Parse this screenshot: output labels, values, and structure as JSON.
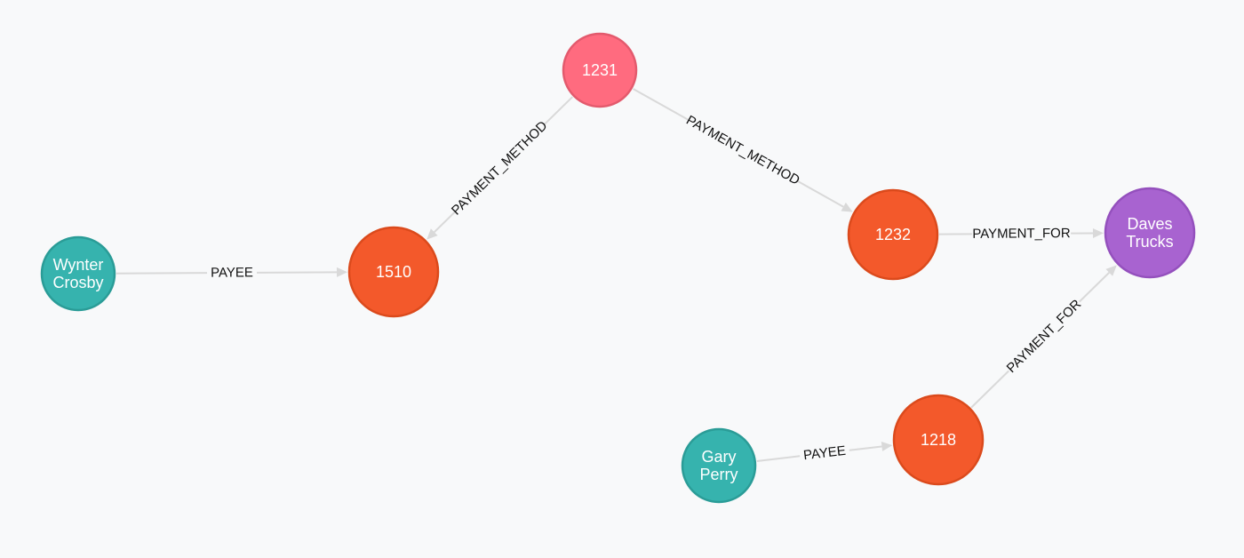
{
  "graph": {
    "nodes": [
      {
        "id": "n1231",
        "lines": [
          "1231"
        ],
        "fill": "#ff6b7f",
        "stroke": "#e35a6d"
      },
      {
        "id": "n1510",
        "lines": [
          "1510"
        ],
        "fill": "#f3592b",
        "stroke": "#db4a1c"
      },
      {
        "id": "n1232",
        "lines": [
          "1232"
        ],
        "fill": "#f3592b",
        "stroke": "#db4a1c"
      },
      {
        "id": "n1218",
        "lines": [
          "1218"
        ],
        "fill": "#f3592b",
        "stroke": "#db4a1c"
      },
      {
        "id": "wynter",
        "lines": [
          "Wynter",
          "Crosby"
        ],
        "fill": "#36b3ae",
        "stroke": "#2a9c97"
      },
      {
        "id": "gary",
        "lines": [
          "Gary",
          "Perry"
        ],
        "fill": "#36b3ae",
        "stroke": "#2a9c97"
      },
      {
        "id": "daves",
        "lines": [
          "Daves",
          "Trucks"
        ],
        "fill": "#a863d0",
        "stroke": "#9450bd"
      }
    ],
    "edges": [
      {
        "id": "e1",
        "from": "n1231",
        "to": "n1510",
        "label": "PAYMENT_METHOD"
      },
      {
        "id": "e2",
        "from": "n1231",
        "to": "n1232",
        "label": "PAYMENT_METHOD"
      },
      {
        "id": "e3",
        "from": "wynter",
        "to": "n1510",
        "label": "PAYEE"
      },
      {
        "id": "e4",
        "from": "n1232",
        "to": "daves",
        "label": "PAYMENT_FOR"
      },
      {
        "id": "e5",
        "from": "n1218",
        "to": "daves",
        "label": "PAYMENT_FOR"
      },
      {
        "id": "e6",
        "from": "gary",
        "to": "n1218",
        "label": "PAYEE"
      }
    ]
  }
}
